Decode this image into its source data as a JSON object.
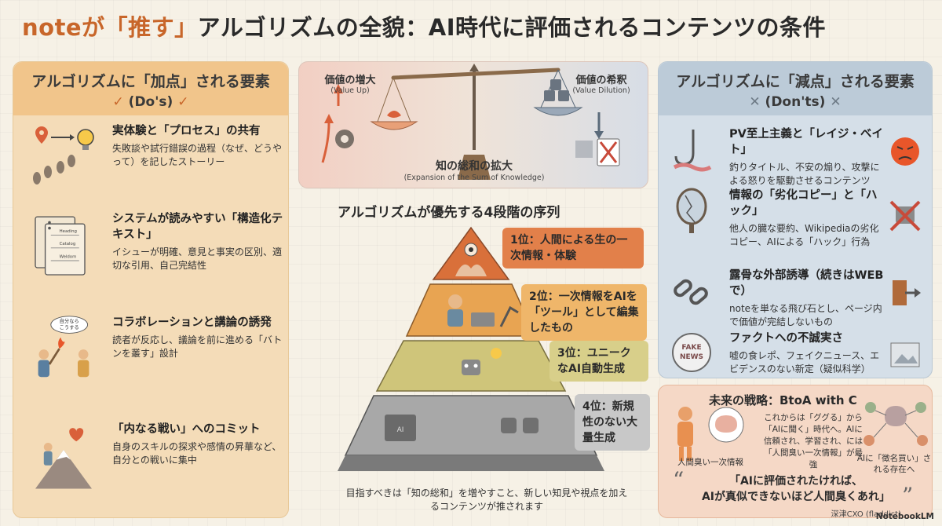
{
  "title": {
    "prefix": "noteが",
    "accent": "「推す」",
    "suffix": "アルゴリズムの全貌：AI時代に評価されるコンテンツの条件"
  },
  "do_panel": {
    "title": "アルゴリズムに「加点」される要素",
    "subtitle": "(Do's)",
    "items": [
      {
        "title": "実体験と「プロセス」の共有",
        "desc": "失敗談や試行錯誤の過程（なぜ、どうやって）を記したストーリー"
      },
      {
        "title": "システムが読みやすい「構造化テキスト」",
        "desc": "イシューが明確、意見と事実の区別、適切な引用、自己完結性"
      },
      {
        "title": "コラボレーションと講論の誘発",
        "desc": "読者が反応し、議論を前に進める「バトンを叢す」設計",
        "bubble": "自分なら こうする"
      },
      {
        "title": "「内なる戦い」へのコミット",
        "desc": "自身のスキルの探求や感情の昇華など、自分との戦いに集中"
      }
    ],
    "doc_labels": [
      "Heading",
      "Catalog",
      "Weldom"
    ]
  },
  "scale": {
    "left_title": "価値の増大",
    "left_sub": "(Value Up)",
    "right_title": "価値の希釈",
    "right_sub": "(Value Dilution)",
    "center_title": "知の総和の拡大",
    "center_sub": "(Expansion of the Sum of Knowledge)"
  },
  "pyramid": {
    "title": "アルゴリズムが優先する4段階の序列",
    "levels": [
      {
        "label": "1位：人間による生の一次情報・体験",
        "color": "#e2804a"
      },
      {
        "label": "2位：一次情報をAIを「ツール」として編集したもの",
        "color": "#efb66a"
      },
      {
        "label": "3位：ユニークなAI自動生成",
        "color": "#d8cf8a"
      },
      {
        "label": "4位：新規性のない大量生成",
        "color": "#b8b8b8"
      }
    ],
    "note": "目指すべきは「知の総和」を増やすこと、新しい知見や視点を加えるコンテンツが推されます"
  },
  "dont_panel": {
    "title": "アルゴリズムに「減点」される要素",
    "subtitle": "(Don'ts)",
    "items": [
      {
        "title": "PV至上主義と「レイジ・ベイト」",
        "desc": "釣りタイトル、不安の煽り、攻撃による怒りを駆動させるコンテンツ"
      },
      {
        "title": "情報の「劣化コピー」と「ハック」",
        "desc": "他人の臓な要約、Wikipediaの劣化コピー、AIによる「ハック」行為"
      },
      {
        "title": "露骨な外部誘導（続きはWEBで）",
        "desc": "noteを単なる飛び石とし、ページ内で価値が完結しないもの"
      },
      {
        "title": "ファクトへの不誠実さ",
        "desc": "嘘の食レポ、フェイクニュース、エビデンスのない新定（疑似科学）"
      }
    ],
    "fake_news": "FAKE NEWS"
  },
  "future": {
    "title": "未来の戦略：BtoA with C",
    "text": "これからは「ググる」から「AIに聞く」時代へ。AIに信頼され、学習され、には「人間臭い一次情報」が最強",
    "left_caption": "人間臭い一次情報",
    "right_caption": "AIに「徴名買い」される存在へ",
    "quote_line1": "「AIに評価されたければ、",
    "quote_line2": "AIが真似できないほど人間臭くあれ」",
    "author": "深津CXO (fladdict)"
  },
  "brand": "NotebookLM",
  "colors": {
    "accent": "#c8662a",
    "do_bg": "#f4dcb8",
    "dont_bg": "#d5dfe8"
  }
}
